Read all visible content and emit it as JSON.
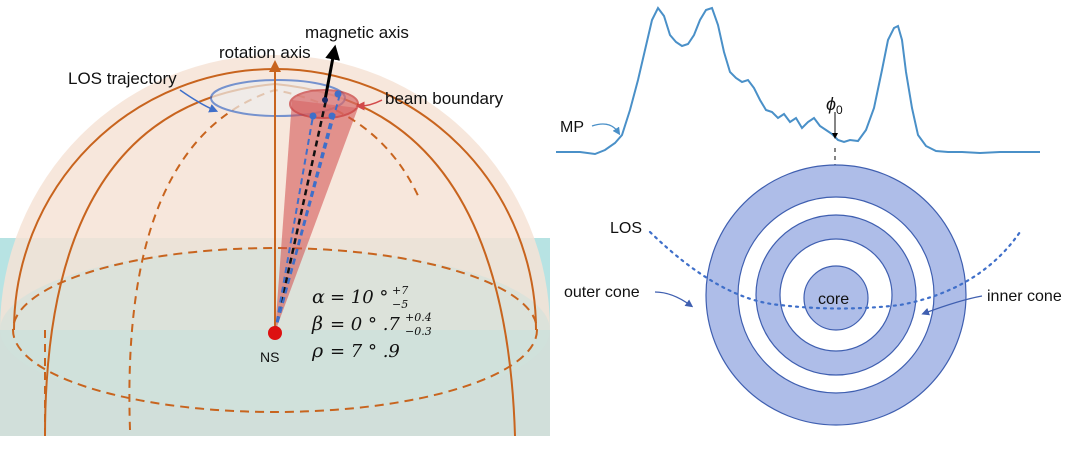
{
  "left_panel": {
    "labels": {
      "magnetic_axis": "magnetic axis",
      "rotation_axis": "rotation axis",
      "los_trajectory": "LOS trajectory",
      "beam_boundary": "beam boundary",
      "ns": "NS"
    },
    "params": {
      "alpha": {
        "symbol": "α",
        "base": "= 10 ° ",
        "sup": "+7",
        "sub": "−5"
      },
      "beta": {
        "symbol": "β",
        "base": "= 0 ° .7",
        "sup": "+0.4",
        "sub": "−0.3"
      },
      "rho": {
        "symbol": "ρ",
        "base": "= 7 ° .9"
      }
    }
  },
  "right_panel": {
    "labels": {
      "mp": "MP",
      "phi0_symbol": "ϕ",
      "phi0_sub": "0",
      "los": "LOS",
      "outer_cone": "outer cone",
      "core": "core",
      "inner_cone": "inner cone"
    }
  },
  "colors": {
    "sphere_line": "#c8641e",
    "sphere_fill": "#f6e3d6",
    "teal": "#9fd9d9",
    "beam": "#d24a4a",
    "los_blue": "#3f6fc9",
    "profile_blue": "#4a90c8",
    "cone_fill": "#aebde8",
    "cone_stroke": "#3f5fb0"
  }
}
